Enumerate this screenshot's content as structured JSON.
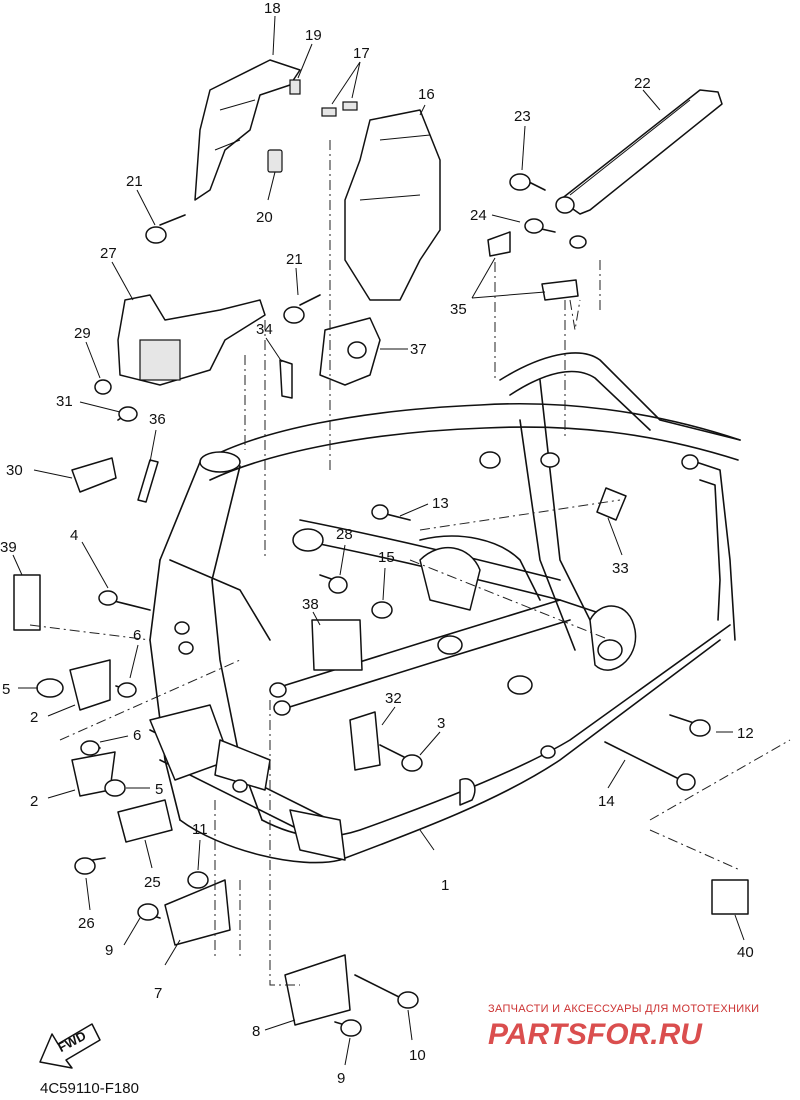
{
  "diagram": {
    "callouts": [
      "1",
      "2",
      "2",
      "3",
      "4",
      "5",
      "5",
      "6",
      "6",
      "7",
      "8",
      "9",
      "9",
      "10",
      "11",
      "12",
      "13",
      "14",
      "15",
      "16",
      "17",
      "18",
      "19",
      "20",
      "21",
      "21",
      "22",
      "23",
      "24",
      "25",
      "26",
      "27",
      "28",
      "29",
      "30",
      "31",
      "32",
      "33",
      "34",
      "35",
      "36",
      "37",
      "38",
      "39",
      "40"
    ],
    "reference_code": "4C59110-F180",
    "fwd_label": "FWD"
  },
  "watermark": {
    "tagline": "ЗАПЧАСТИ И АКСЕССУАРЫ ДЛЯ МОТОТЕХНИКИ",
    "logo_text": "PARTSFOR.RU",
    "logo_color": "#d43030"
  }
}
